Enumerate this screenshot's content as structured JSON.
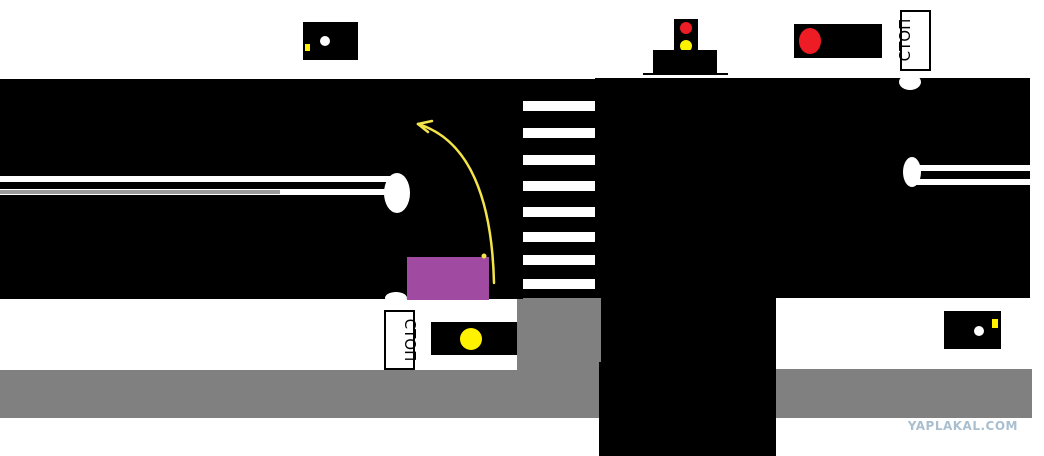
{
  "signs": {
    "stop_left": "СТОП",
    "stop_right": "СТОП"
  },
  "watermark": "YAPLAKAL.COM",
  "colors": {
    "road": "#000000",
    "sidewalk": "#808080",
    "car": "#a04aa2",
    "arrow": "#f3e449",
    "light_red": "#ee1c24",
    "light_yellow": "#fff200",
    "background": "#ffffff"
  },
  "icons": {
    "car": "car-rectangle",
    "arrow": "turn-arrow",
    "traffic_light": "traffic-light-icon"
  }
}
